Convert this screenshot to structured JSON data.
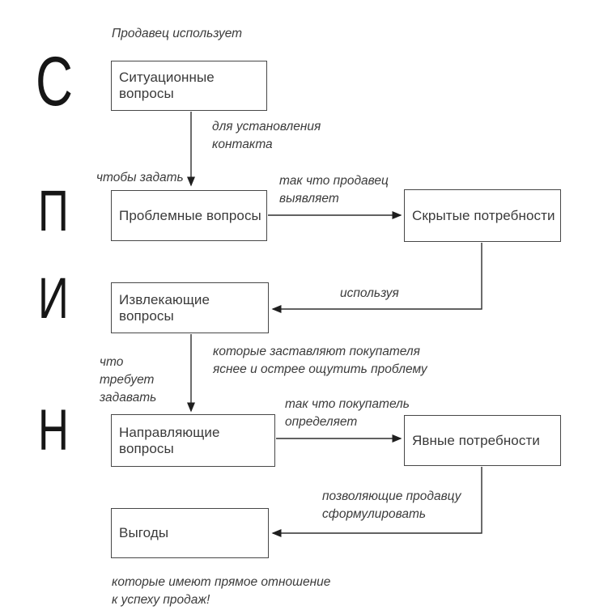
{
  "diagram": {
    "letters": {
      "s": "С",
      "p": "П",
      "i": "И",
      "n": "Н"
    },
    "boxes": {
      "situational": "Ситуационные вопросы",
      "problem": "Проблемные вопросы",
      "hidden_needs": "Скрытые потребности",
      "implication": "Извлекающие вопросы",
      "directing": "Направляющие вопросы",
      "explicit_needs": "Явные потребности",
      "benefits": "Выгоды"
    },
    "labels": {
      "seller_uses": "Продавец использует",
      "for_contact": "для установления\nконтакта",
      "to_ask": "чтобы задать",
      "seller_reveals": "так что продавец\nвыявляет",
      "using": "используя",
      "make_buyer_feel": "которые заставляют покупателя\nяснее и острее ощутить проблему",
      "which_requires": "что\nтребует\nзадавать",
      "buyer_defines": "так что покупатель\nопределяет",
      "allow_seller": "позволяющие продавцу\nсформулировать",
      "related_to_sales": "которые имеют прямое отношение\nк успеху продаж!"
    },
    "colors": {
      "line": "#2e2e2e",
      "box_border": "#474747",
      "text": "#3a3a3a",
      "background": "#ffffff"
    }
  }
}
